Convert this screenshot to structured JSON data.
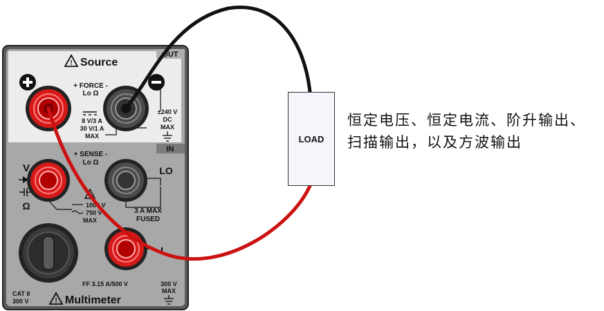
{
  "instrument": {
    "source_title": "Source",
    "out_tag": "OUT",
    "in_tag": "IN",
    "force_label": "+ FORCE -",
    "lo_ohm_force": "Lo Ω",
    "source_rating_1": "8 V/3 A",
    "source_rating_2": "30 V/1 A",
    "source_rating_3": "MAX",
    "dc_rating_1": "±240 V",
    "dc_rating_2": "DC",
    "dc_rating_3": "MAX",
    "sense_label": "+ SENSE -",
    "lo_ohm_sense": "Lo Ω",
    "v_label": "V",
    "ohm_label": "Ω",
    "lo_label": "LO",
    "meter_rating_1": "1000 V",
    "meter_rating_2": "750 V",
    "meter_rating_3": "MAX",
    "fused_1": "3 A MAX",
    "fused_2": "FUSED",
    "i_label": "I",
    "fuse_label": "FF 3.15 A/500 V",
    "ground_rating_1": "300 V",
    "ground_rating_2": "MAX",
    "cat_1": "CAT II",
    "cat_2": "300 V",
    "multimeter_title": "Multimeter"
  },
  "load_label": "LOAD",
  "description": "恒定电压、恒定电流、阶升输出、扫描输出，以及方波输出",
  "colors": {
    "red_wire": "#cc1111",
    "black_wire": "#111111",
    "panel_gray": "#a9a9a9",
    "panel_light": "#ececec"
  }
}
